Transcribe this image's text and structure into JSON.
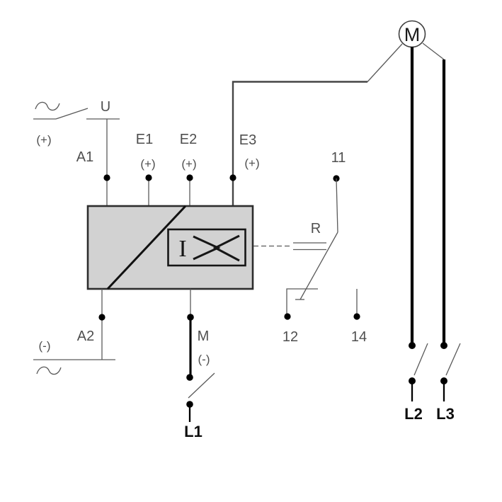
{
  "colors": {
    "bg": "#ffffff",
    "line": "#5a5a5a",
    "line_dark": "#454545",
    "thick": "#000000",
    "box_stroke": "#2d2d2d",
    "device_fill": "#d2d2d2",
    "label": "#4f4f4f",
    "bold_label": "#0d0d0d"
  },
  "supply": {
    "top_polarity": "(+)",
    "bottom_polarity": "(-)",
    "voltage_label": "U"
  },
  "device": {
    "terminal_a1": "A1",
    "terminal_a2": "A2",
    "terminal_e1": "E1",
    "terminal_e1_polarity": "(+)",
    "terminal_e2": "E2",
    "terminal_e2_polarity": "(+)",
    "terminal_e3": "E3",
    "terminal_e3_polarity": "(+)",
    "terminal_m": "M",
    "terminal_m_polarity": "(-)",
    "current_symbol": "I"
  },
  "relay_contact": {
    "label": "R",
    "terminal_11": "11",
    "terminal_12": "12",
    "terminal_14": "14"
  },
  "motor": {
    "label": "M"
  },
  "phases": {
    "l1": "L1",
    "l2": "L2",
    "l3": "L3"
  }
}
